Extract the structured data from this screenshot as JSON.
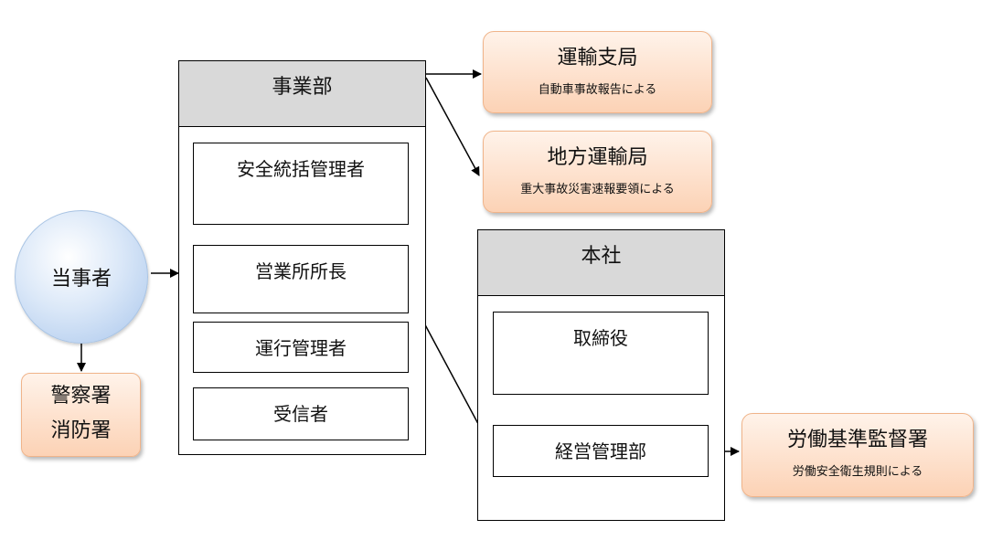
{
  "party": {
    "label": "当事者"
  },
  "police_fire": {
    "line1": "警察署",
    "line2": "消防署"
  },
  "business_dept": {
    "title": "事業部",
    "roles": {
      "safety_manager": "安全統括管理者",
      "branch_manager": "営業所所長",
      "operations_manager": "運行管理者",
      "receiver": "受信者"
    }
  },
  "head_office": {
    "title": "本社",
    "roles": {
      "director": "取締役",
      "management_dept": "経営管理部"
    }
  },
  "agencies": {
    "transport_branch": {
      "title": "運輸支局",
      "note": "自動車事故報告による"
    },
    "regional_transport": {
      "title": "地方運輸局",
      "note": "重大事故災害速報要領による"
    },
    "labor_standards": {
      "title": "労働基準監督署",
      "note": "労働安全衛生規則による"
    }
  },
  "colors": {
    "agency_fill_top": "#fff3ea",
    "agency_fill_bottom": "#fcd2b5",
    "agency_border": "#f0b48a",
    "header_gray": "#d9d9d9",
    "party_blue": "#a9c6ec"
  }
}
